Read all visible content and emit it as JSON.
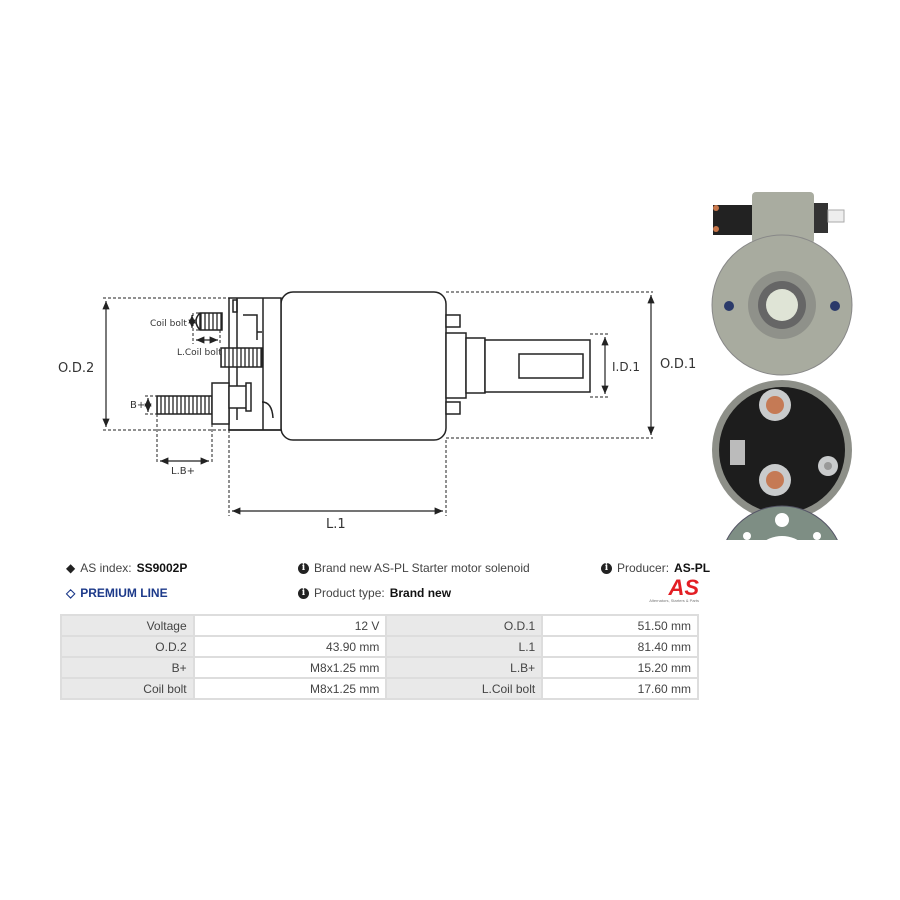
{
  "drawing": {
    "labels": {
      "od2": "O.D.2",
      "od1": "O.D.1",
      "id1": "I.D.1",
      "l1": "L.1",
      "coil_bolt": "Coil bolt",
      "l_coil_bolt": "L.Coil bolt",
      "b_plus": "B+",
      "l_b_plus": "L.B+"
    }
  },
  "info": {
    "as_index_label": "AS index:",
    "as_index_value": "SS9002P",
    "premium": "PREMIUM LINE",
    "description": "Brand new AS-PL Starter motor solenoid",
    "product_type_label": "Product type:",
    "product_type_value": "Brand new",
    "producer_label": "Producer:",
    "producer_value": "AS-PL",
    "logo_text": "AS",
    "logo_tagline": "Alternators, Starters & Parts"
  },
  "specs": [
    {
      "l1": "Voltage",
      "v1": "12 V",
      "l2": "O.D.1",
      "v2": "51.50 mm"
    },
    {
      "l1": "O.D.2",
      "v1": "43.90 mm",
      "l2": "L.1",
      "v2": "81.40 mm"
    },
    {
      "l1": "B+",
      "v1": "M8x1.25 mm",
      "l2": "L.B+",
      "v2": "15.20 mm"
    },
    {
      "l1": "Coil bolt",
      "v1": "M8x1.25 mm",
      "l2": "L.Coil bolt",
      "v2": "17.60 mm"
    }
  ],
  "colors": {
    "premium": "#1d3a8a",
    "logo": "#e31e24",
    "table_label_bg": "#e9e9e9"
  }
}
